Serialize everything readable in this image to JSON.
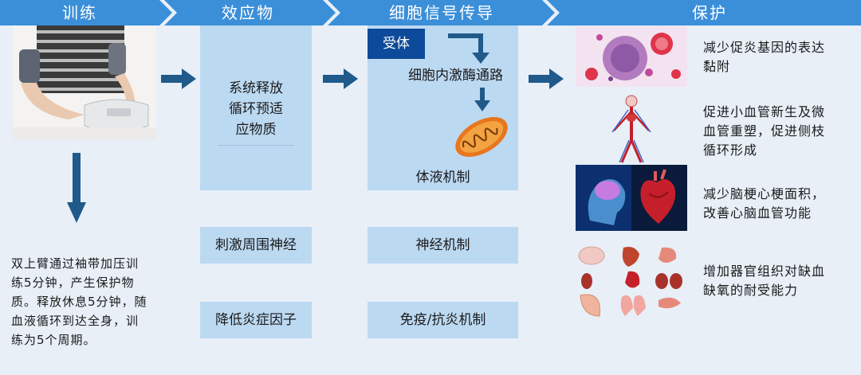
{
  "stages": [
    "训练",
    "效应物",
    "细胞信号传导",
    "保护"
  ],
  "training": {
    "photo_icon": "arm-cuff-training-photo",
    "description_lines": [
      "双上臂通过袖带加压训",
      "练5分钟，产生保护物",
      "质。释放休息5分钟，随",
      "血液循环到达全身，训",
      "练为5个周期。"
    ]
  },
  "effectors": {
    "main_lines": [
      "系统释放",
      "循环预适",
      "应物质"
    ],
    "nerve": "刺激周围神经",
    "inflammation": "降低炎症因子"
  },
  "signaling": {
    "receptor": "受体",
    "kinase": "细胞内激酶通路",
    "humoral": "体液机制",
    "neural": "神经机制",
    "immune": "免疫/抗炎机制",
    "mitochondria_icon": "mitochondria-icon"
  },
  "protection": [
    {
      "icon": "tissue-histology-icon",
      "lines": [
        "减少促炎基因的表达",
        "黏附"
      ]
    },
    {
      "icon": "vascular-system-icon",
      "lines": [
        "促进小血管新生及微",
        "血管重塑，促进侧枝",
        "循环形成"
      ]
    },
    {
      "icon": "brain-heart-icon",
      "lines": [
        "减少脑梗心梗面积，",
        "改善心脑血管功能"
      ]
    },
    {
      "icon": "organs-icon",
      "lines": [
        "增加器官组织对缺血",
        "缺氧的耐受能力"
      ]
    }
  ],
  "colors": {
    "header": "#3b8fd9",
    "panel": "#bcd9f2",
    "arrow": "#1f5a8a",
    "receptor": "#0d4a9a",
    "background": "#e8eff7"
  }
}
